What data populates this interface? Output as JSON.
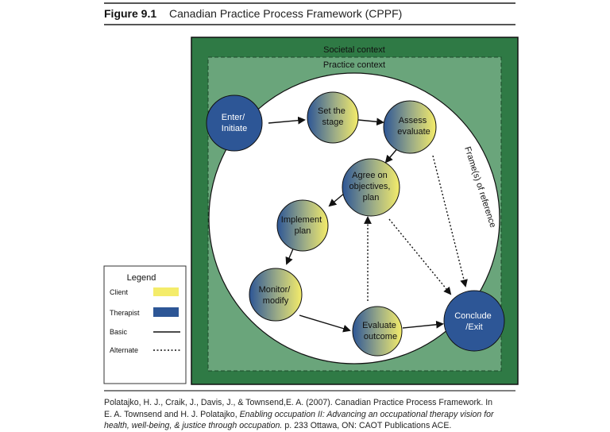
{
  "figure": {
    "label": "Figure 9.1",
    "title": "Canadian Practice Process Framework (CPPF)"
  },
  "contexts": {
    "societal": "Societal context",
    "practice": "Practice context",
    "frame": "Frame(s) of reference"
  },
  "nodes": [
    {
      "id": "enter",
      "lines": [
        "Enter/",
        "Initiate"
      ],
      "role": "therapist"
    },
    {
      "id": "stage",
      "lines": [
        "Set the",
        "stage"
      ],
      "role": "shared"
    },
    {
      "id": "assess",
      "lines": [
        "Assess",
        "evaluate"
      ],
      "role": "shared"
    },
    {
      "id": "agree",
      "lines": [
        "Agree on",
        "objectives,",
        "plan"
      ],
      "role": "shared"
    },
    {
      "id": "implement",
      "lines": [
        "Implement",
        "plan"
      ],
      "role": "shared"
    },
    {
      "id": "monitor",
      "lines": [
        "Monitor/",
        "modify"
      ],
      "role": "shared"
    },
    {
      "id": "evaluate",
      "lines": [
        "Evaluate",
        "outcome"
      ],
      "role": "shared"
    },
    {
      "id": "conclude",
      "lines": [
        "Conclude",
        "/Exit"
      ],
      "role": "therapist"
    }
  ],
  "legend": {
    "title": "Legend",
    "items": [
      {
        "label": "Client",
        "kind": "client-swatch"
      },
      {
        "label": "Therapist",
        "kind": "therapist-swatch"
      },
      {
        "label": "Basic",
        "kind": "solid-line"
      },
      {
        "label": "Alternate",
        "kind": "dotted-line"
      }
    ]
  },
  "colors": {
    "outer_green": "#2f7a45",
    "inner_green": "#6aa57b",
    "client": "#f4ec6a",
    "therapist": "#2d5696",
    "circle_bg": "#ffffff"
  },
  "citation": {
    "part1": "Polatajko, H. J., Craik, J., Davis, J., & Townsend,E. A. (2007). Canadian Practice Process Framework. In E. A. Townsend and H. J. Polatajko, ",
    "italic": "Enabling occupation II: Advancing an occupational therapy vision for health, well-being, & justice through occupation.",
    "part2": " p. 233 Ottawa, ON: CAOT Publications ACE."
  }
}
